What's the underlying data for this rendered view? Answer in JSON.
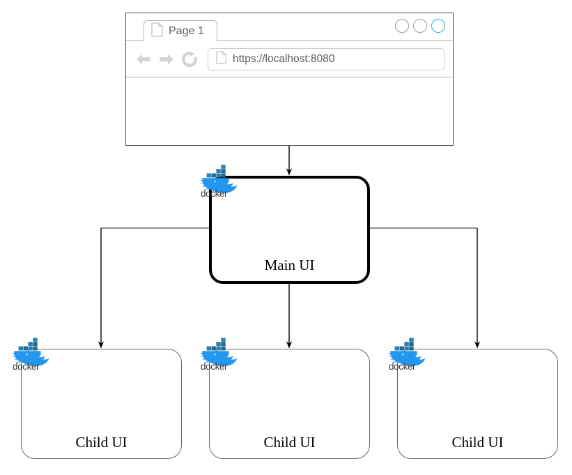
{
  "browser": {
    "tab": {
      "label": "Page 1",
      "icon": "page-icon"
    },
    "window_controls": [
      {
        "name": "window-dot-1",
        "color": "#9a9a9a"
      },
      {
        "name": "window-dot-2",
        "color": "#9a9a9a"
      },
      {
        "name": "window-dot-3",
        "color": "#29a3e3"
      }
    ],
    "toolbar": {
      "back_icon": "back-arrow-icon",
      "forward_icon": "forward-arrow-icon",
      "reload_icon": "reload-icon",
      "url_icon": "page-icon",
      "url": "https://localhost:8080"
    }
  },
  "diagram": {
    "nodes": {
      "main": {
        "label": "Main UI",
        "badge": "docker-logo"
      },
      "child_1": {
        "label": "Child UI",
        "badge": "docker-logo"
      },
      "child_2": {
        "label": "Child UI",
        "badge": "docker-logo"
      },
      "child_3": {
        "label": "Child UI",
        "badge": "docker-logo"
      }
    },
    "docker_wordmark": "docker",
    "colors": {
      "accent_blue": "#29a3e3",
      "docker_blue": "#2396ed",
      "docker_dark": "#22688f",
      "edge": "#000000",
      "branch": "#808080",
      "node_border_main": "#000000",
      "node_border_child": "#666666"
    }
  }
}
